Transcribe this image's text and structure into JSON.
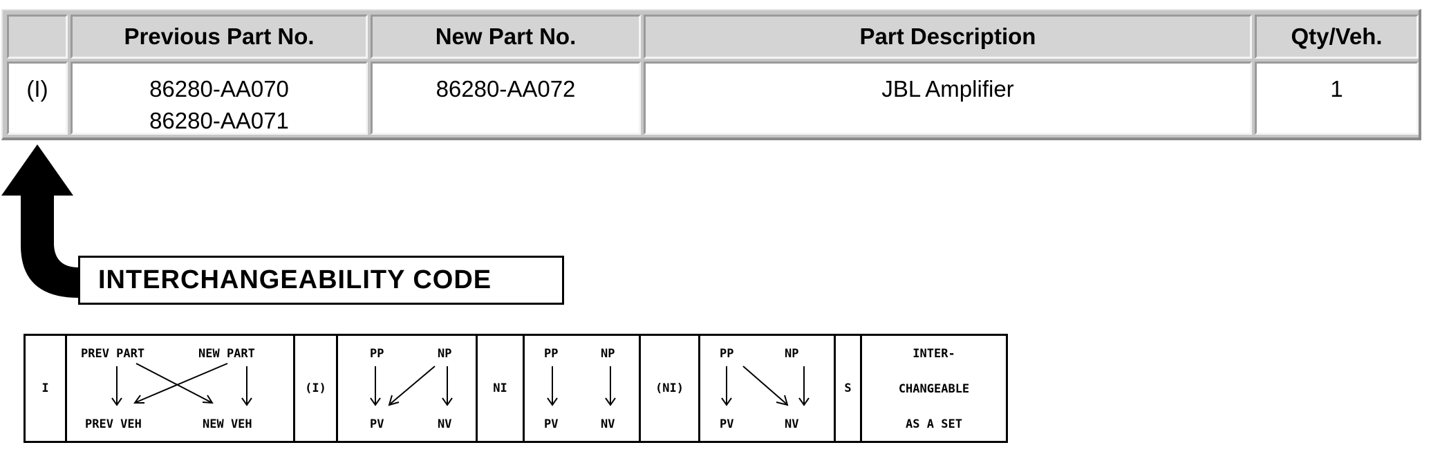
{
  "parts_table": {
    "headers": [
      "",
      "Previous Part No.",
      "New Part No.",
      "Part Description",
      "Qty/Veh."
    ],
    "rows": [
      {
        "code": "(I)",
        "previous_part_no": [
          "86280-AA070",
          "86280-AA071"
        ],
        "new_part_no": "86280-AA072",
        "description": "JBL Amplifier",
        "qty": "1"
      }
    ]
  },
  "interchangeability": {
    "label": "INTERCHANGEABILITY CODE",
    "legend": [
      {
        "code": "I",
        "prev_part": "PREV PART",
        "new_part": "NEW PART",
        "prev_veh": "PREV VEH",
        "new_veh": "NEW VEH"
      },
      {
        "code": "(I)",
        "pp": "PP",
        "np": "NP",
        "pv": "PV",
        "nv": "NV"
      },
      {
        "code": "NI",
        "pp": "PP",
        "np": "NP",
        "pv": "PV",
        "nv": "NV"
      },
      {
        "code": "(NI)",
        "pp": "PP",
        "np": "NP",
        "pv": "PV",
        "nv": "NV"
      },
      {
        "code": "S",
        "text": [
          "INTER-",
          "CHANGEABLE",
          "AS A SET"
        ]
      }
    ]
  },
  "colors": {
    "header_bg": "#d4d4d4",
    "table_bg": "#c6c6c6",
    "cell_bg": "#ffffff"
  }
}
